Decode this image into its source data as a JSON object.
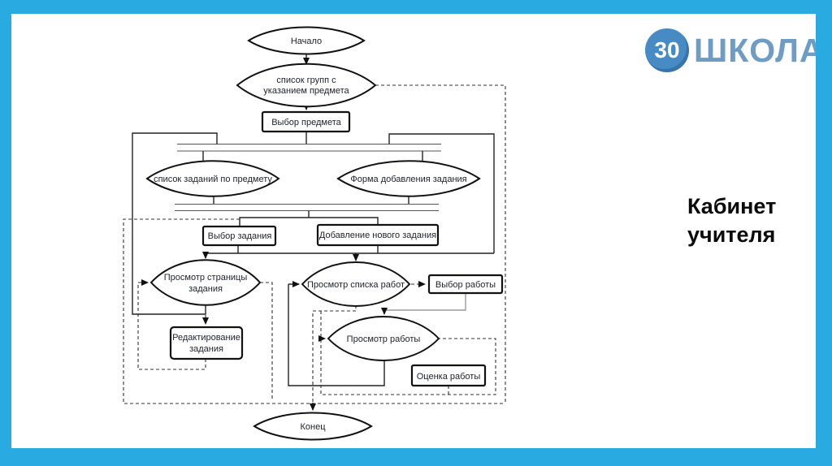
{
  "slide": {
    "frame_color": "#29ABE2",
    "background_color": "#FFFFFF"
  },
  "logo": {
    "circle_number": "30",
    "school_name": "ШКОЛА",
    "circle_color": "#478BC4",
    "name_color": "#6F9CC5"
  },
  "title": {
    "line1": "Кабинет",
    "line2": "учителя"
  },
  "flowchart": {
    "nodes": {
      "start": "Начало",
      "groups_list_line1": "список групп с",
      "groups_list_line2": "указанием предмета",
      "choose_subject": "Выбор предмета",
      "subject_tasks_list": "список заданий по предмету",
      "add_task_form": "Форма добавления задания",
      "choose_task": "Выбор задания",
      "add_new_task": "Добавление нового задания",
      "view_task_page_line1": "Просмотр страницы",
      "view_task_page_line2": "задания",
      "view_works_list": "Просмотр списка работ",
      "choose_work": "Выбор работы",
      "edit_task_line1": "Редактирование",
      "edit_task_line2": "задания",
      "view_work": "Просмотр работы",
      "grade_work": "Оценка работы",
      "end": "Конец"
    }
  }
}
